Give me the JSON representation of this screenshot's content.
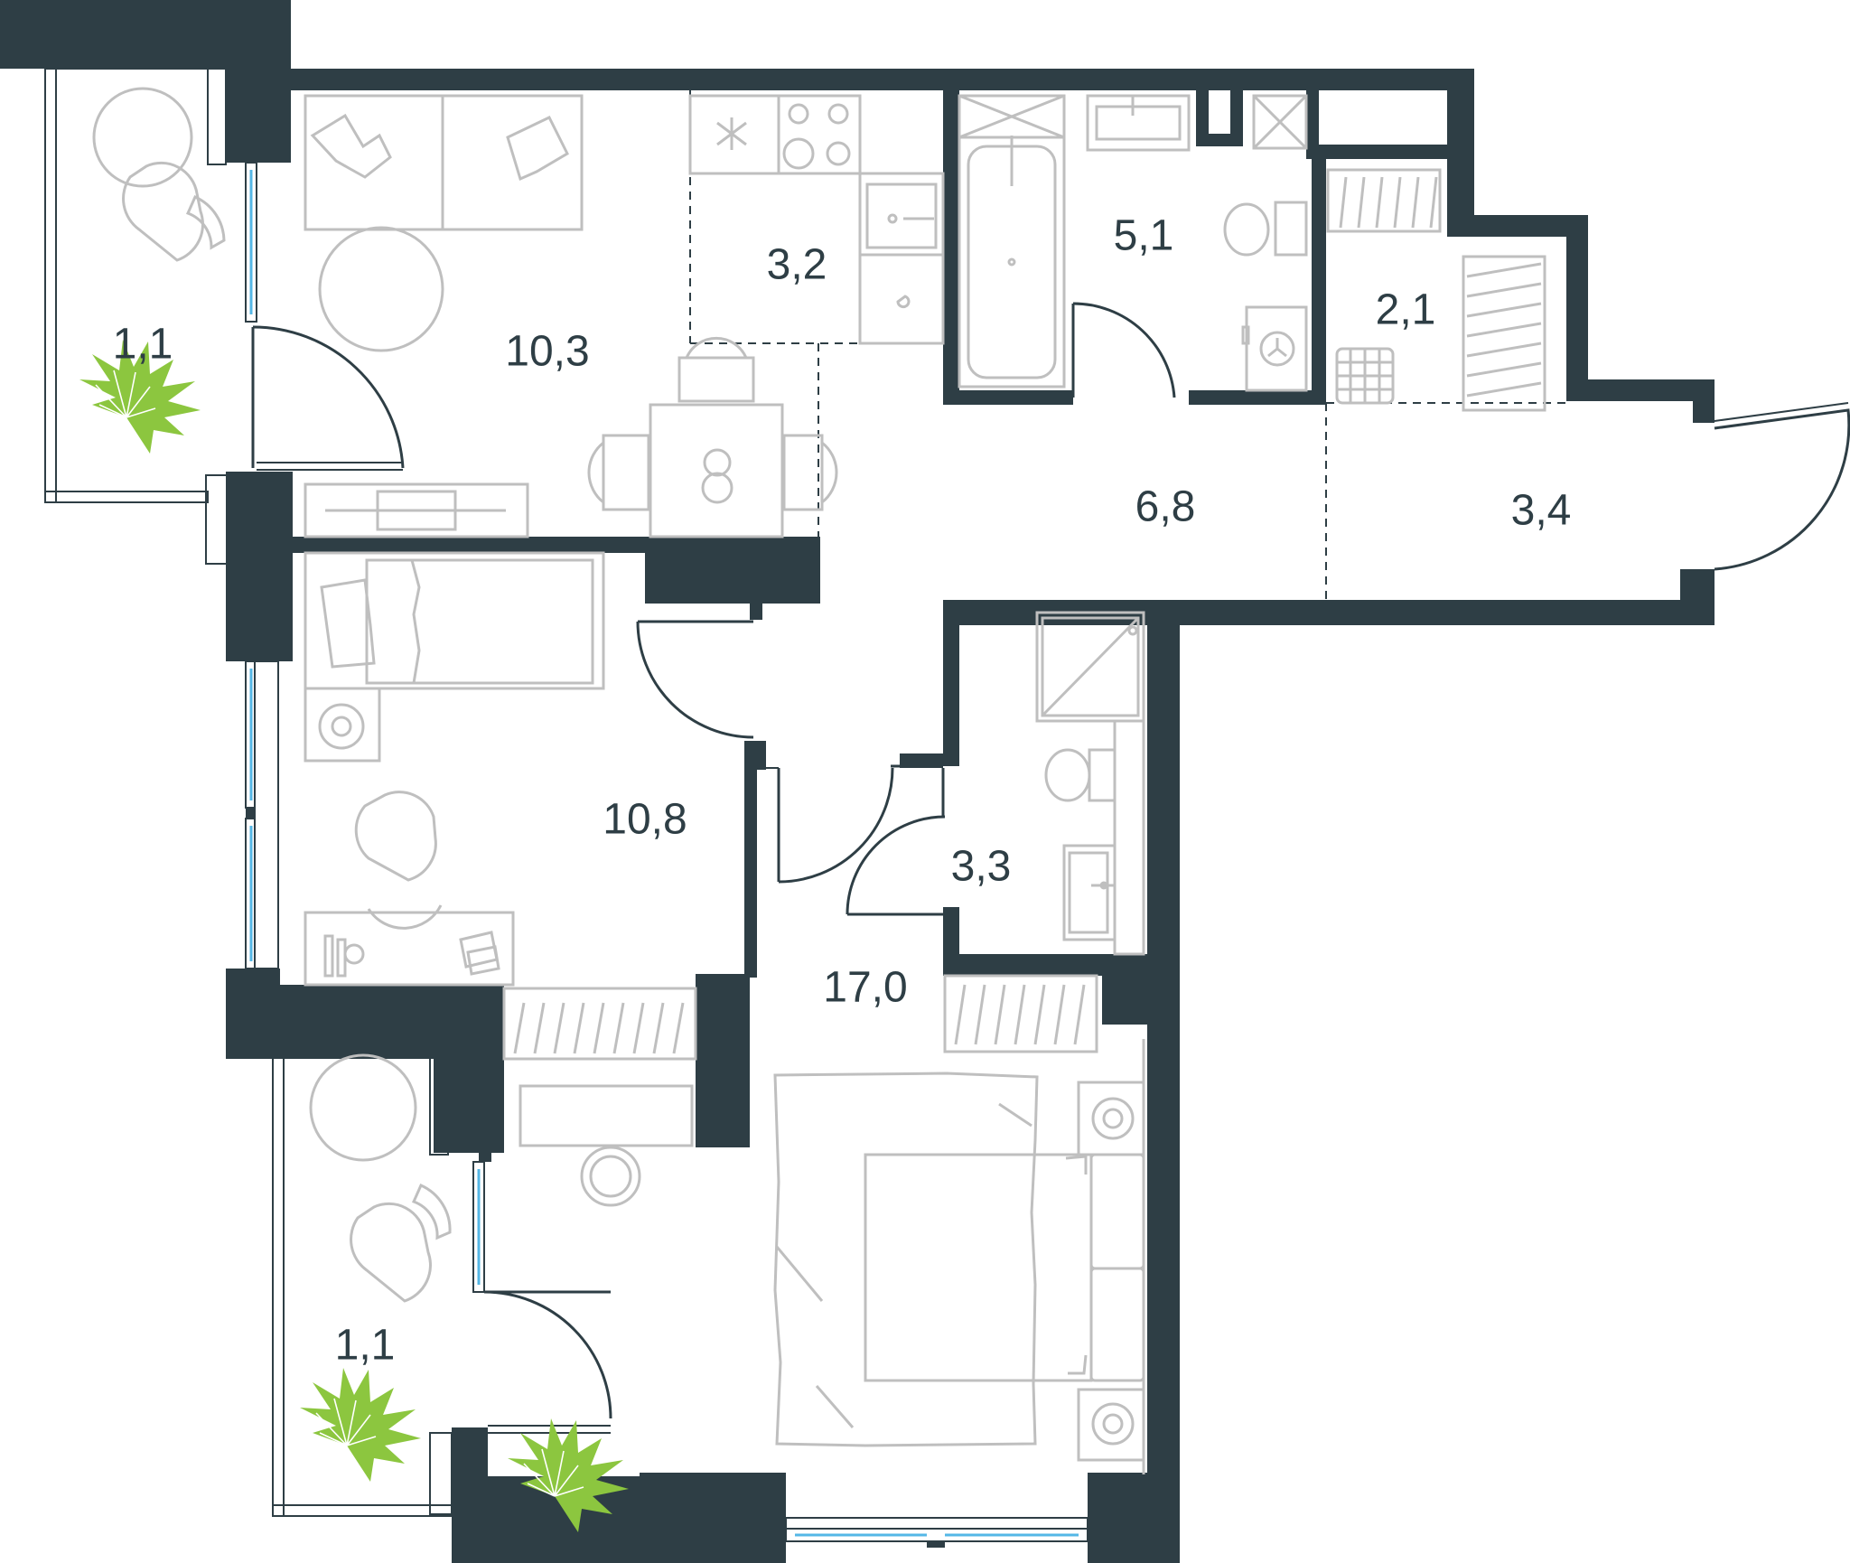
{
  "plan": {
    "colors": {
      "wall": "#2e3e45",
      "furniture": "#bfbfbf",
      "window_glass": "#54b7e6",
      "plant": "#8cc63f",
      "background": "#ffffff"
    },
    "rooms": [
      {
        "id": "balcony-top",
        "area": "1,1"
      },
      {
        "id": "living-room",
        "area": "10,3"
      },
      {
        "id": "kitchen",
        "area": "3,2"
      },
      {
        "id": "bathroom",
        "area": "5,1"
      },
      {
        "id": "storage",
        "area": "2,1"
      },
      {
        "id": "hallway",
        "area": "6,8"
      },
      {
        "id": "entrance",
        "area": "3,4"
      },
      {
        "id": "bedroom-small",
        "area": "10,8"
      },
      {
        "id": "shower-room",
        "area": "3,3"
      },
      {
        "id": "bedroom-large",
        "area": "17,0"
      },
      {
        "id": "balcony-bottom",
        "area": "1,1"
      }
    ]
  }
}
